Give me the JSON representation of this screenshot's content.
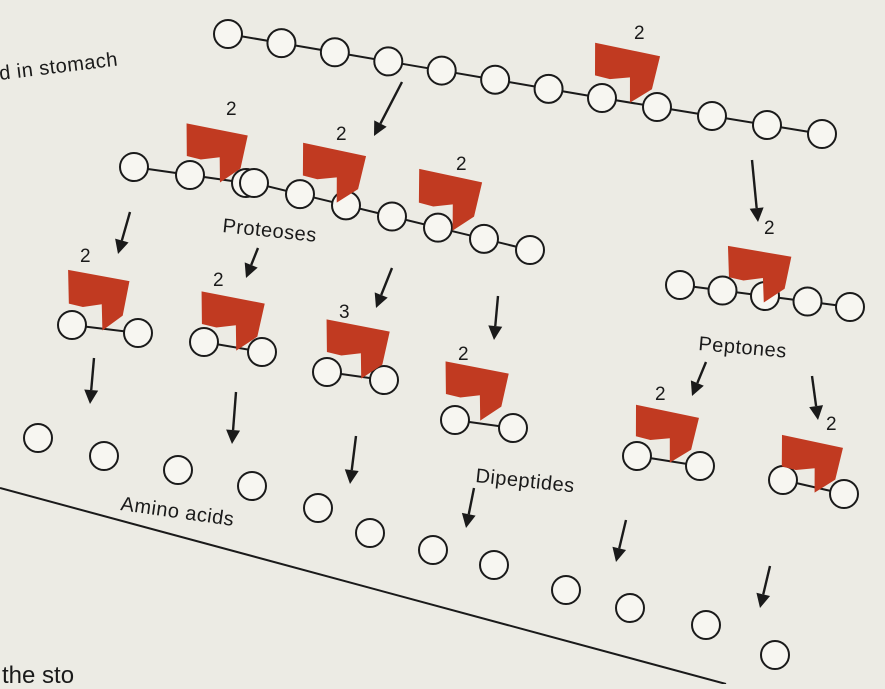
{
  "labels": {
    "stomach": "d in stomach",
    "proteoses": "Proteoses",
    "peptones": "Peptones",
    "dipeptides": "Dipeptides",
    "amino_acids": "Amino acids",
    "footer": "the sto"
  },
  "enzyme_numbers": {
    "e_top": "2",
    "e_p1": "2",
    "e_p2": "2",
    "e_p3": "2",
    "e_pep": "2",
    "e_d1": "2",
    "e_d2": "2",
    "e_d3": "3",
    "e_d4": "2",
    "e_d5": "2",
    "e_d6": "2"
  },
  "colors": {
    "enzyme": "#c13a21",
    "ink": "#1a1a1a",
    "paper": "#ecebe4",
    "bead": "#f7f6f1"
  }
}
